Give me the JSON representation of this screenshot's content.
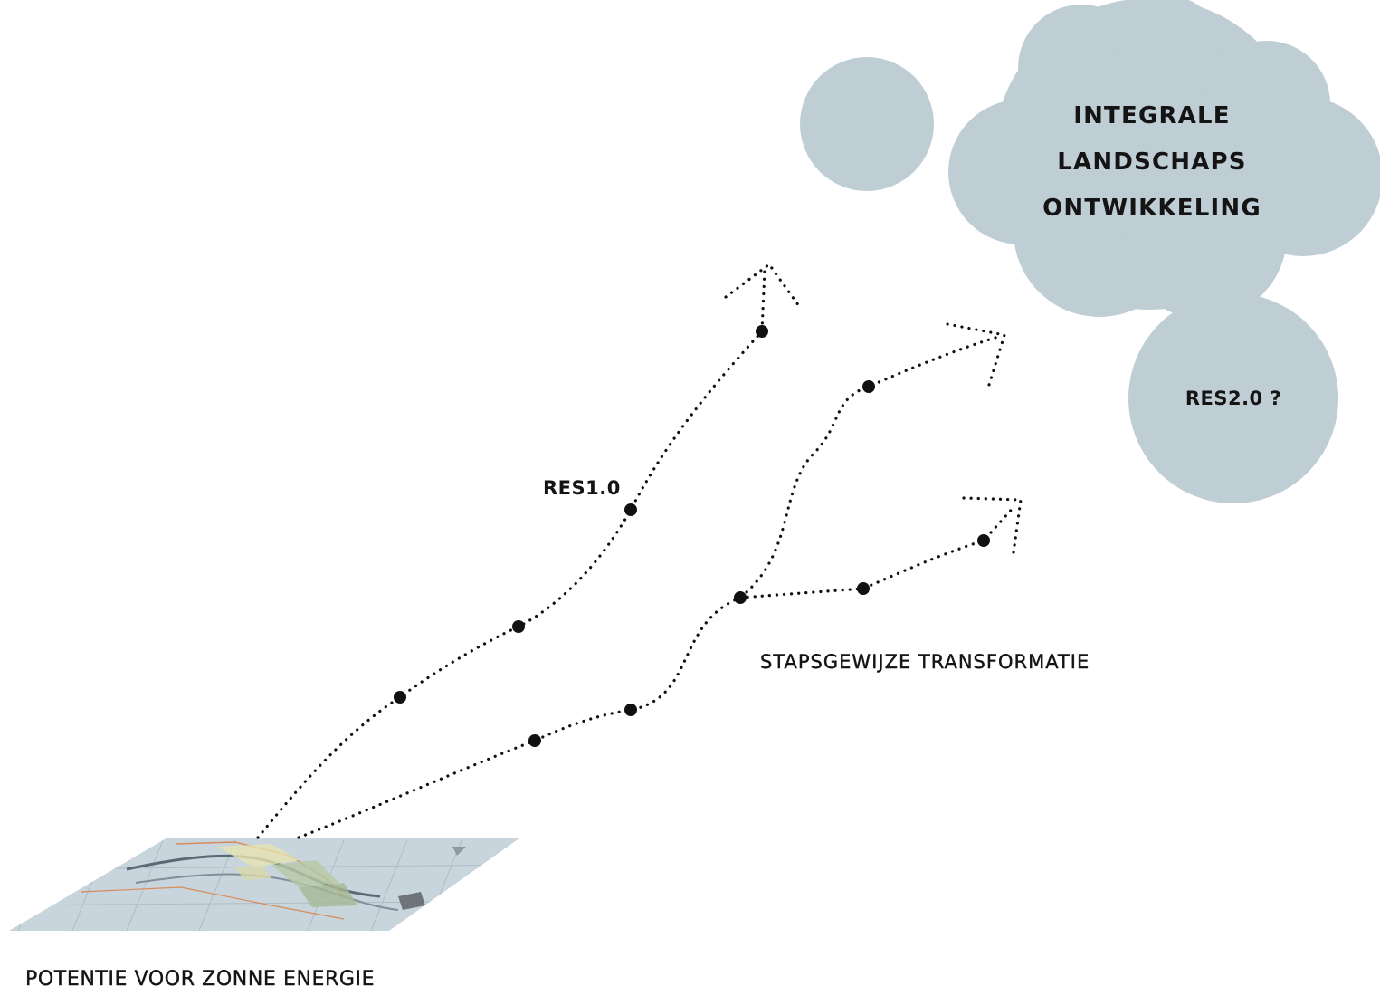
{
  "colors": {
    "bubble": "#bfcdd5",
    "path": "#111111",
    "map_base": "#c9d5dc"
  },
  "labels": {
    "cloud_lines": [
      "INTEGRALE",
      "LANDSCHAPS",
      "ONTWIKKELING"
    ],
    "res2": "RES2.0 ?",
    "res1": "RES1.0",
    "transformation": "STAPSGEWIJZE TRANSFORMATIE",
    "potential": "POTENTIE VOOR ZONNE ENERGIE"
  },
  "icons": {
    "map": "landscape-map-thumbnail",
    "arrowhead": "dotted-arrowhead"
  }
}
